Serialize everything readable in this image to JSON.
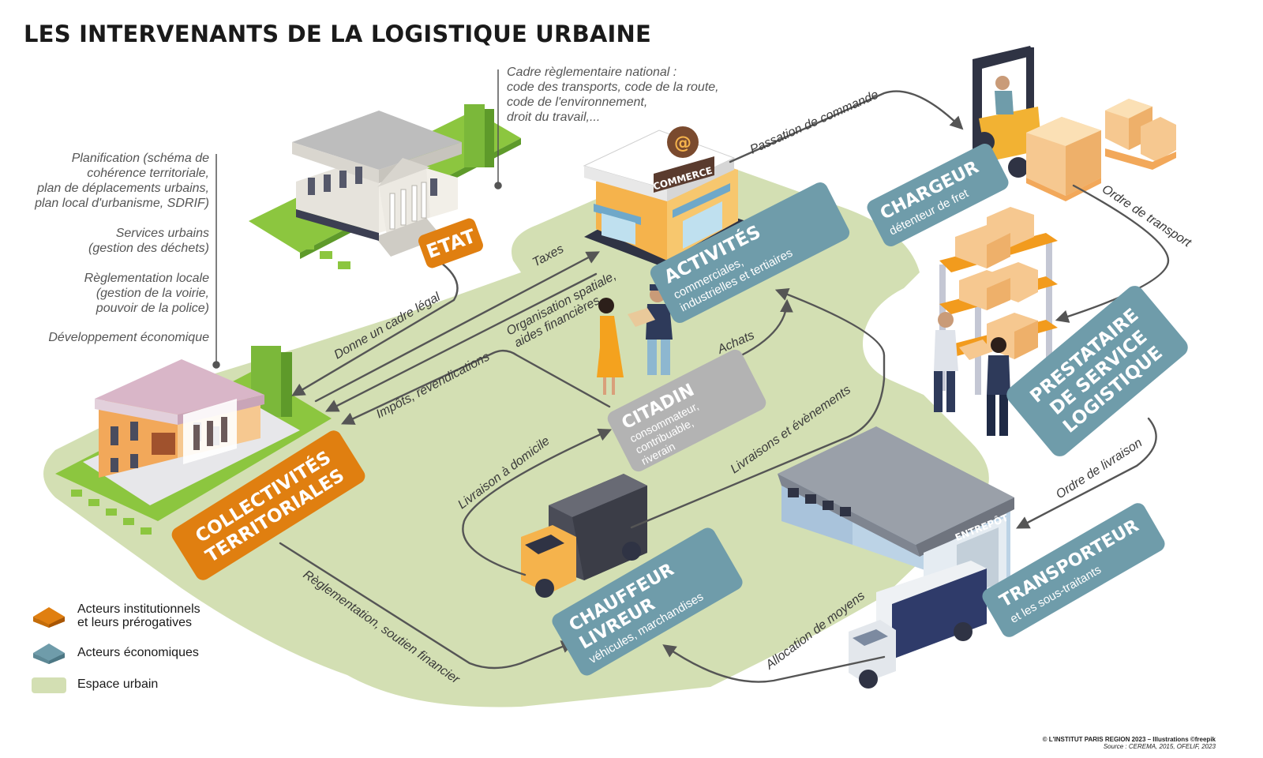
{
  "title": "LES INTERVENANTS DE LA LOGISTIQUE URBAINE",
  "notes": {
    "cadre": [
      "Cadre règlementaire national :",
      "code des transports, code de la route,",
      "code de l'environnement,",
      "droit du travail,..."
    ],
    "planification": [
      "Planification (schéma de",
      "cohérence territoriale,",
      "plan de déplacements urbains,",
      "plan local d'urbanisme, SDRIF)"
    ],
    "services": [
      "Services urbains",
      "(gestion des déchets)"
    ],
    "reglementation": [
      "Règlementation locale",
      "(gestion de la voirie,",
      "pouvoir de la police)"
    ],
    "developpement": "Développement économique"
  },
  "actors": {
    "etat": {
      "name": "ETAT"
    },
    "collectivites": {
      "name": [
        "COLLECTIVITÉS",
        "TERRITORIALES"
      ]
    },
    "activites": {
      "name": "ACTIVITÉS",
      "sub": [
        "commerciales,",
        "industrielles et tertiaires"
      ]
    },
    "citadin": {
      "name": "CITADIN",
      "sub": [
        "consommateur,",
        "contribuable,",
        "riverain"
      ]
    },
    "chargeur": {
      "name": "CHARGEUR",
      "sub": "détenteur de fret"
    },
    "prestataire": {
      "name": [
        "PRESTATAIRE",
        "DE SERVICE",
        "LOGISTIQUE"
      ]
    },
    "transporteur": {
      "name": "TRANSPORTEUR",
      "sub": "et les sous-traitants"
    },
    "chauffeur": {
      "name": [
        "CHAUFFEUR",
        "LIVREUR"
      ],
      "sub": "véhicules, marchandises"
    }
  },
  "building_signs": {
    "commerce": "COMMERCE",
    "at": "@",
    "entrepot": "ENTREPÔT"
  },
  "flows": {
    "passation": "Passation de commande",
    "ordre_transport": "Ordre de transport",
    "ordre_livraison": "Ordre de livraison",
    "taxes": "Taxes",
    "organisation": [
      "Organisation spatiale,",
      "aides financières"
    ],
    "donne_cadre": "Donne un cadre légal",
    "impots": "Impôts, revendications",
    "achats": "Achats",
    "livraison_domicile": "Livraison à domicile",
    "livraisons_evenements": "Livraisons et évènements",
    "reglementation_soutien": "Règlementation, soutien financier",
    "allocation": "Allocation de moyens"
  },
  "legend": [
    {
      "label": [
        "Acteurs institutionnels",
        "et leurs prérogatives"
      ],
      "color": "#e07f10"
    },
    {
      "label": [
        "Acteurs économiques"
      ],
      "color": "#6f9caa"
    },
    {
      "label": [
        "Espace urbain"
      ],
      "color": "#d3dfb3"
    }
  ],
  "credits": [
    "© L'INSTITUT PARIS REGION 2023 – Illustrations ©freepik",
    "Source : CEREMA, 2015, OFELIF, 2023"
  ],
  "colors": {
    "institutional": "#e07f10",
    "economic": "#6f9caa",
    "citadin": "#b3b3b3",
    "urban": "#d3dfb3"
  }
}
